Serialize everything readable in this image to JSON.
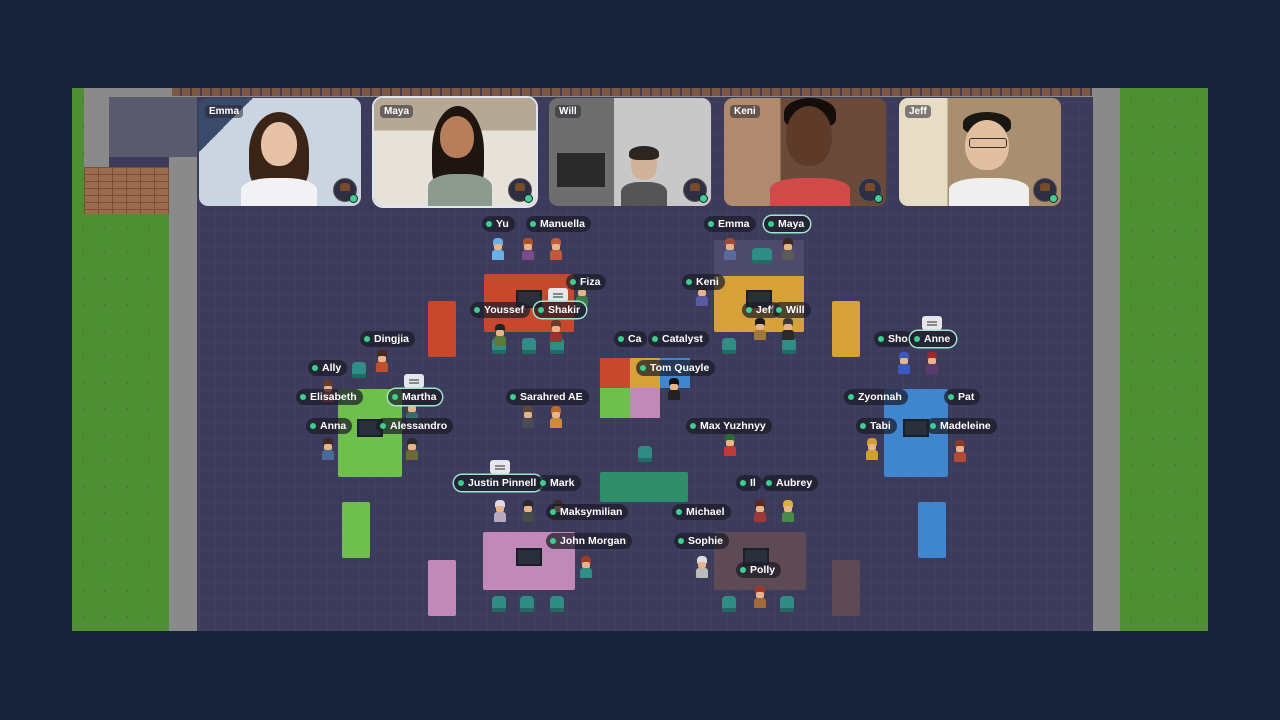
{
  "video_tiles": [
    {
      "name": "Emma",
      "bg": "#c9d3df"
    },
    {
      "name": "Maya",
      "bg": "#d9d4cc"
    },
    {
      "name": "Will",
      "bg": "#b8b8b8"
    },
    {
      "name": "Keni",
      "bg": "#8a6a58"
    },
    {
      "name": "Jeff",
      "bg": "#c9b79a"
    }
  ],
  "player_tags": {
    "yu": "Yu",
    "manuella": "Manuella",
    "emma": "Emma",
    "maya": "Maya",
    "fiza": "Fiza",
    "keni": "Keni",
    "youssef": "Youssef",
    "shakir": "Shakir",
    "jeff": "Jeff",
    "will": "Will",
    "dingjia": "Dingjia",
    "ca": "Ca",
    "catalyst": "Catalyst",
    "sho": "Sho",
    "anne": "Anne",
    "ally": "Ally",
    "tom_quayle": "Tom Quayle",
    "elisabeth": "Elisabeth",
    "martha": "Martha",
    "sarah_red_ae": "Sarahred AE",
    "zyonnah": "Zyonnah",
    "pat": "Pat",
    "anna": "Anna",
    "alessandro": "Alessandro",
    "max_yuzhnyy": "Max Yuzhnyy",
    "tabi": "Tabi",
    "madeleine": "Madeleine",
    "justin_pinnell": "Justin Pinnell",
    "mark": "Mark",
    "il": "Il",
    "aubrey": "Aubrey",
    "maksymilian": "Maksymilian",
    "michael": "Michael",
    "john_morgan": "John Morgan",
    "sophie": "Sophie",
    "polly": "Polly"
  },
  "colors": {
    "page_bg": "#17223b",
    "grass": "#4f8f34",
    "floor": "#3d3b5b",
    "online_dot": "#3ccf8e",
    "desk_red": "#c6482d",
    "desk_yellow": "#d7a13a",
    "desk_green": "#6fbf4f",
    "desk_blue": "#3f86cf",
    "desk_pink": "#c189b7",
    "desk_mauve": "#5d4a55"
  }
}
